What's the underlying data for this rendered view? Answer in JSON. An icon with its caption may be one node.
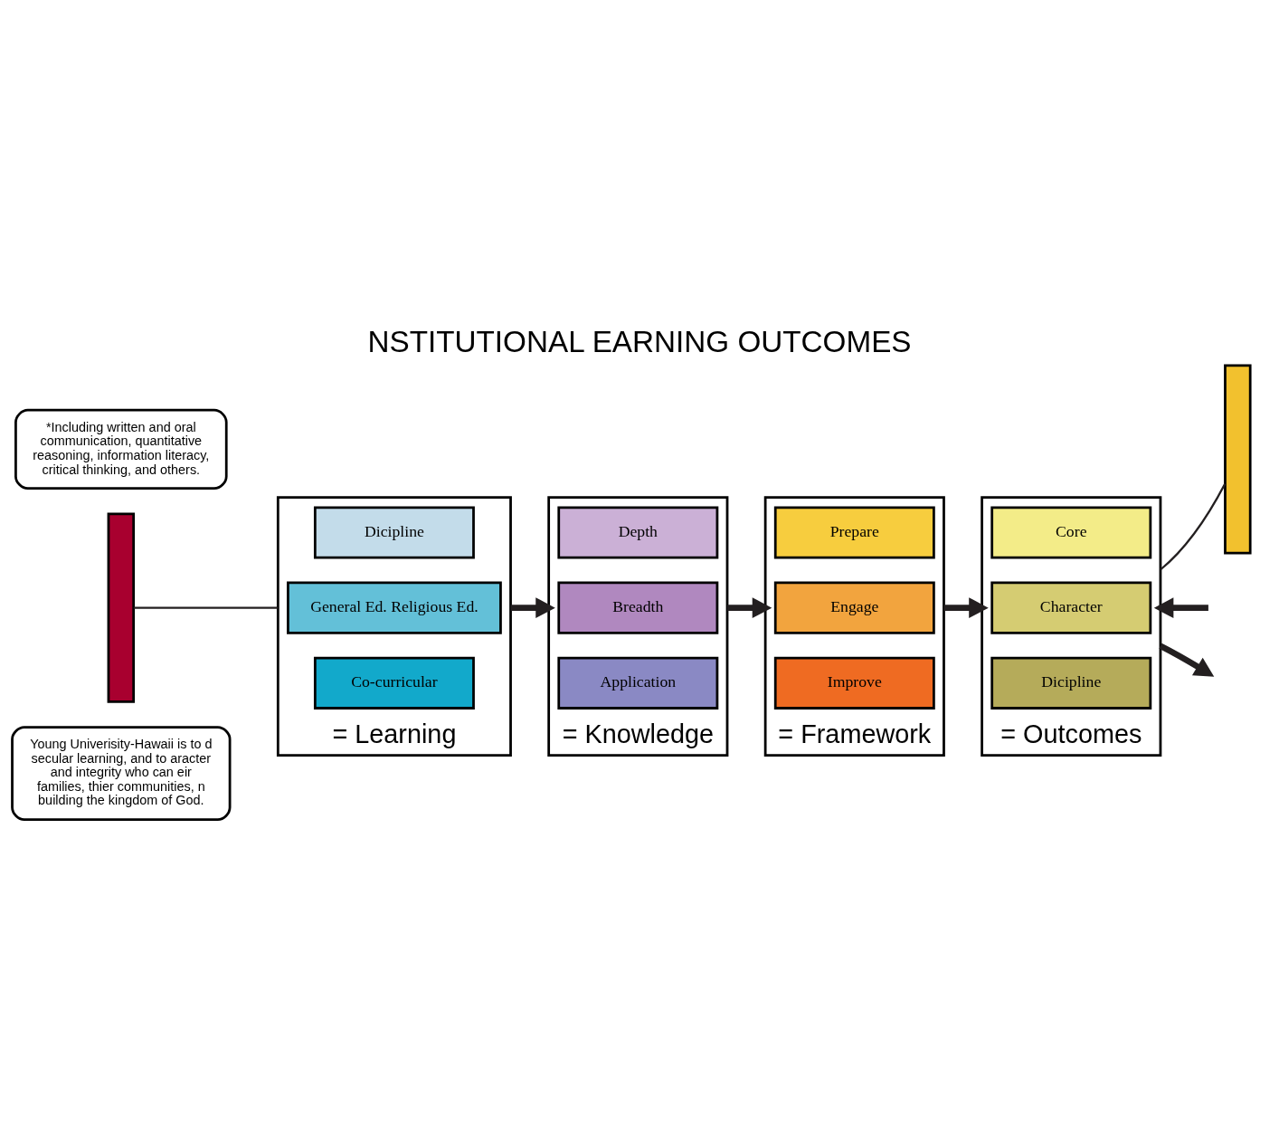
{
  "diagram": {
    "title": "NSTITUTIONAL EARNING OUTCOMES",
    "nodes": [
      {
        "text": [
          "Young Univerisity-Hawaii is to d secular learning, and to aracter and integrity who can eir families, thier communities, n building the kingdom of God."
        ]
      },
      {
        "text": [],
        "shape": "bar"
      },
      {
        "text": [
          "= Learning"
        ]
      },
      {
        "text": [
          "Dicipline"
        ],
        "in": 2
      },
      {
        "text": [
          "General Ed. Religious Ed."
        ],
        "in": 2
      },
      {
        "text": [
          "Co-curricular"
        ],
        "in": 2
      },
      {
        "text": [
          "= Knowledge"
        ]
      },
      {
        "text": [
          "Depth"
        ],
        "in": 6
      },
      {
        "text": [
          "Breadth"
        ],
        "in": 6
      },
      {
        "text": [
          "Application"
        ],
        "in": 6
      },
      {
        "text": [
          "= Framework"
        ]
      },
      {
        "text": [
          "Prepare"
        ],
        "in": 10
      },
      {
        "text": [
          "Engage"
        ],
        "in": 10
      },
      {
        "text": [
          "Improve"
        ],
        "in": 10
      },
      {
        "text": [
          "= Outcomes"
        ]
      },
      {
        "text": [
          "Core"
        ],
        "in": 14
      },
      {
        "text": [
          "Character"
        ],
        "in": 14
      },
      {
        "text": [
          "Dicipline"
        ],
        "in": 14
      },
      {
        "text": [],
        "shape": "bar"
      },
      {
        "text": [
          "*Including written and oral communication, quantitative reasoning, information literacy, critical thinking, and others."
        ]
      }
    ],
    "edges": [
      {
        "from": 1,
        "to": 2,
        "arrow": "none"
      },
      {
        "from": 2,
        "to": 6,
        "arrow": "to"
      },
      {
        "from": 6,
        "to": 10,
        "arrow": "to"
      },
      {
        "from": 10,
        "to": 14,
        "arrow": "to"
      },
      {
        "from": null,
        "to": 14,
        "arrow": "to"
      },
      {
        "from": 14,
        "to": 18,
        "arrow": "none"
      },
      {
        "from": 14,
        "to": null,
        "arrow": "to"
      }
    ]
  }
}
